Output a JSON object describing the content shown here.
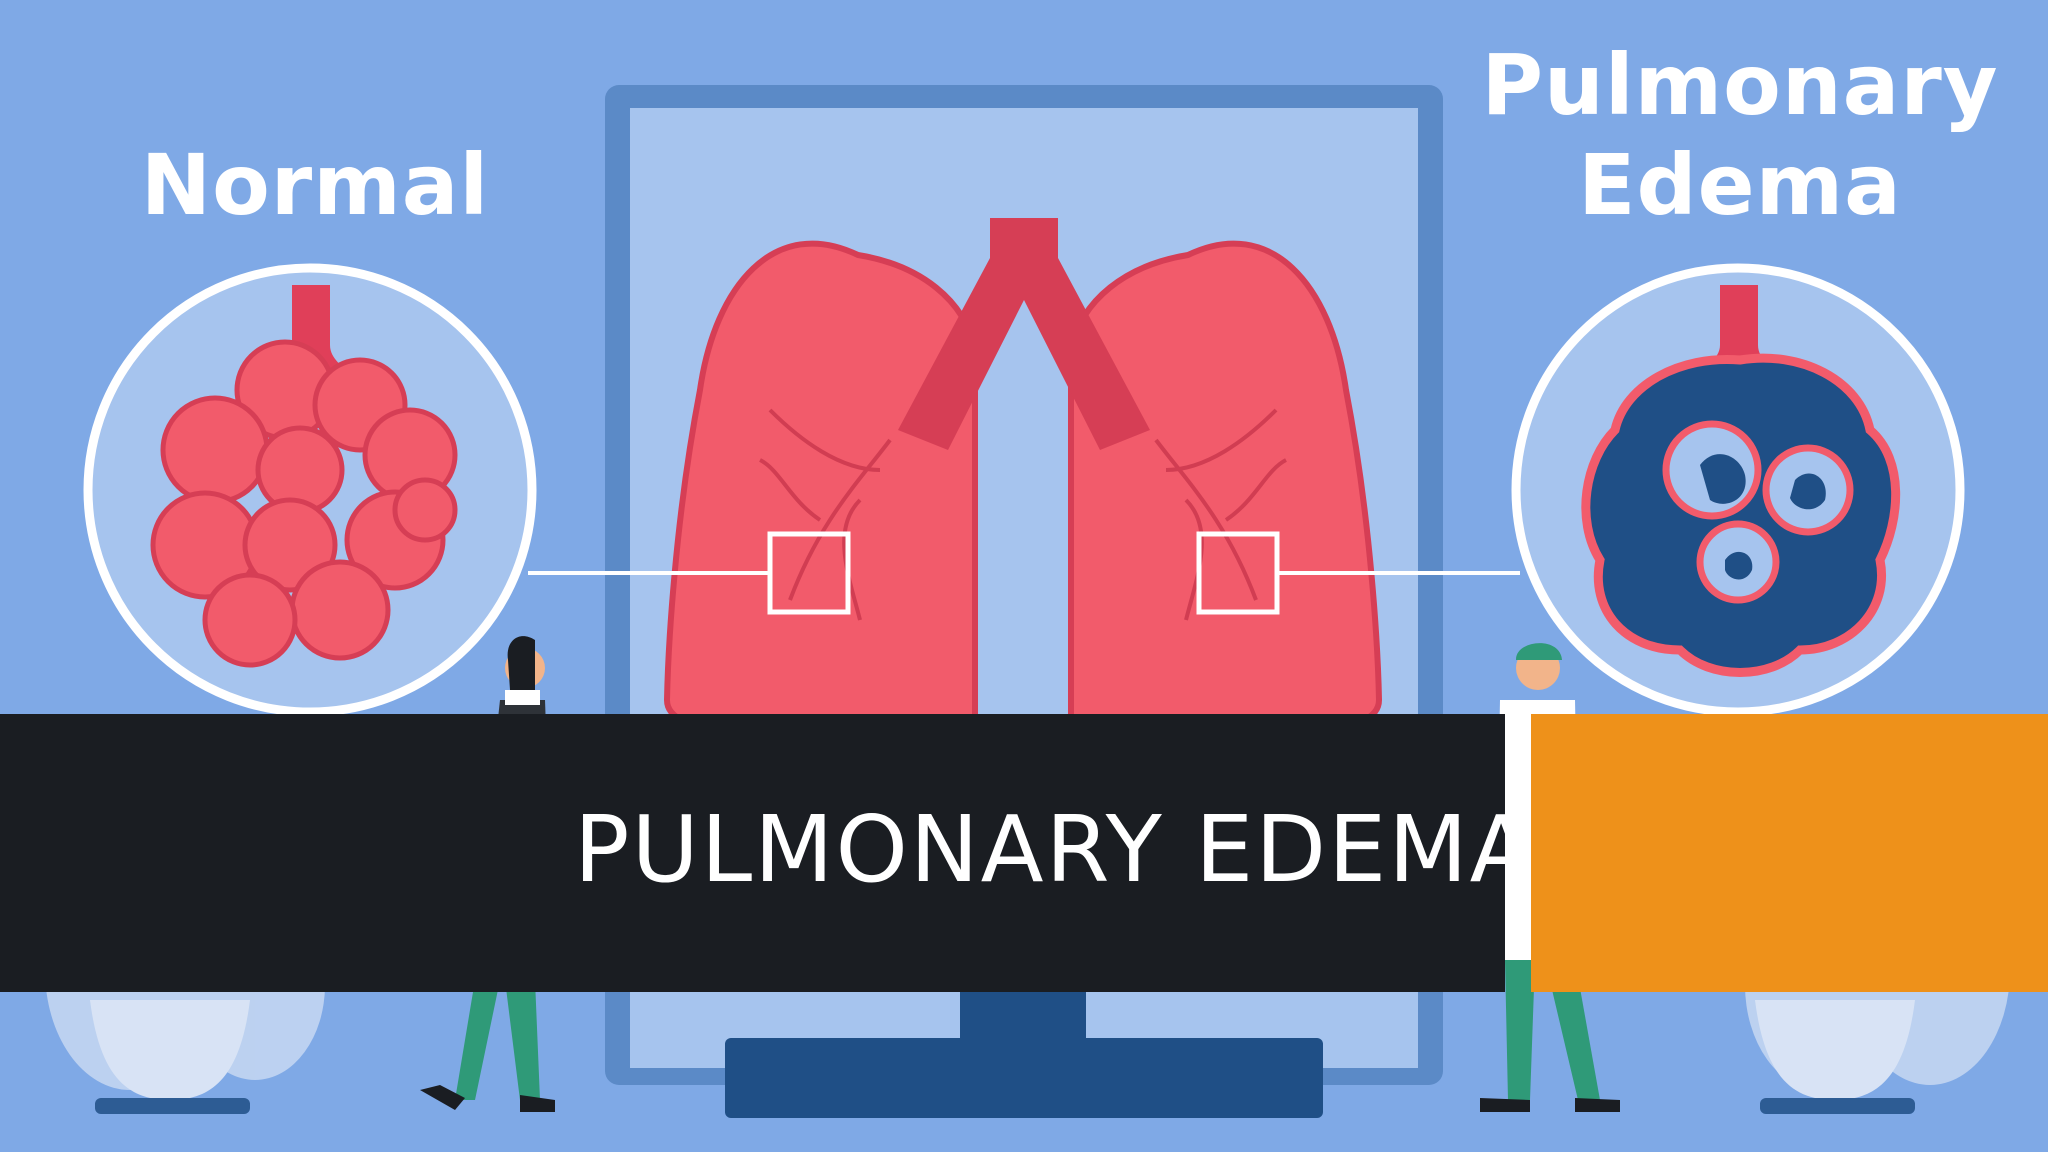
{
  "illustration": {
    "left_label": "Normal",
    "right_label_line1": "Pulmonary",
    "right_label_line2": "Edema"
  },
  "slide": {
    "title": "PULMONARY EDEMA"
  },
  "colors": {
    "background": "#7fa9e6",
    "monitor_frame": "#5b8ac7",
    "monitor_screen": "#a6c4ee",
    "lung": "#f25b6b",
    "lung_outline": "#d63e55",
    "fluid": "#1f4f86",
    "title_bar": "#1a1d22",
    "accent": "#ee911a",
    "title_text": "#ffffff"
  }
}
